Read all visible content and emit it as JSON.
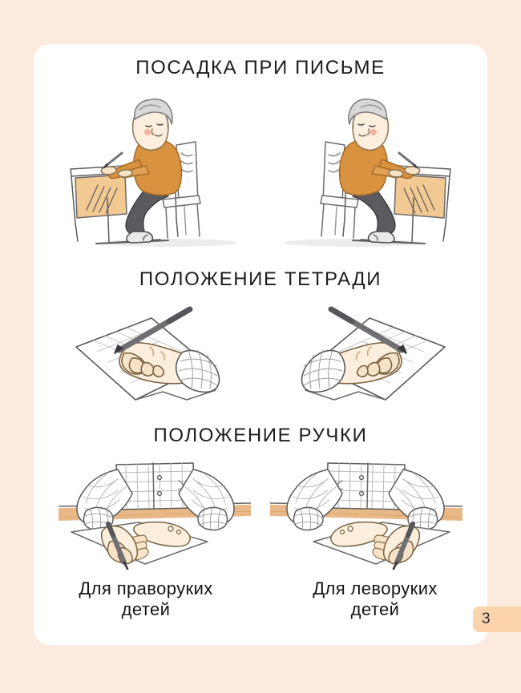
{
  "page": {
    "language": "ru",
    "background_color": "#fceade",
    "card_color": "#ffffff",
    "page_number": "3",
    "page_number_tab_color": "#fbd3ac"
  },
  "sections": [
    {
      "id": "posture",
      "title": "ПОСАДКА ПРИ ПИСЬМЕ",
      "illustrations": [
        {
          "name": "child-sitting-right-handed",
          "description": "Ребёнок сидит за партой и пишет правой рукой"
        },
        {
          "name": "child-sitting-left-handed",
          "description": "Ребёнок сидит за партой и пишет левой рукой"
        }
      ]
    },
    {
      "id": "notebook",
      "title": "ПОЛОЖЕНИЕ ТЕТРАДИ",
      "illustrations": [
        {
          "name": "notebook-position-right-handed",
          "description": "Рука с ручкой над наклонённой тетрадью, правша"
        },
        {
          "name": "notebook-position-left-handed",
          "description": "Рука с ручкой над наклонённой тетрадью, левша"
        }
      ]
    },
    {
      "id": "pen",
      "title": "ПОЛОЖЕНИЕ РУЧКИ",
      "illustrations": [
        {
          "name": "pen-grip-right-handed",
          "description": "Обе руки на столе, ручка в правой руке"
        },
        {
          "name": "pen-grip-left-handed",
          "description": "Обе руки на столе, ручка в левой руке"
        }
      ],
      "captions": [
        "Для  праворуких\nдетей",
        "Для  леворуких\nдетей"
      ]
    }
  ],
  "palette": {
    "sweater": "#d9923f",
    "trousers": "#595b5e",
    "desk_wood": "#f2c993",
    "table_top": "#e8b887",
    "ink": "#3a3a3a",
    "skin": "#f7e3c8",
    "pen_body": "#6f6f74"
  }
}
